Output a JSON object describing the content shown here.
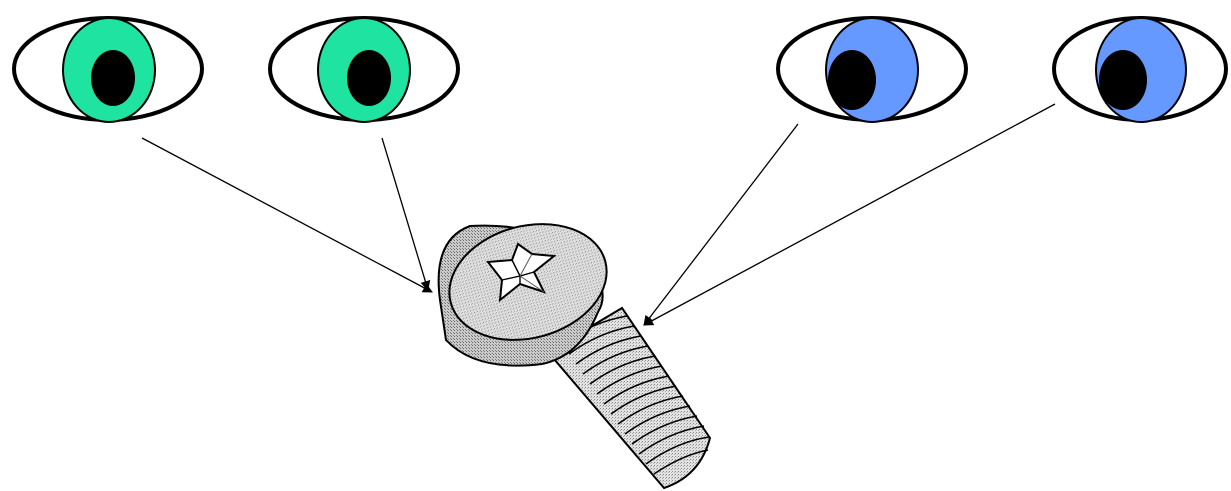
{
  "colors": {
    "background": "#ffffff",
    "outline": "#000000",
    "sclera": "#ffffff",
    "pupil": "#000000",
    "iris_left_pair": "#1fe3a0",
    "iris_right_pair": "#6699ff",
    "arrow": "#000000",
    "screw_metal": "#d8d8d8",
    "screw_shadow": "#9a9a9a"
  },
  "icons": {
    "eye_1": "eye-icon",
    "eye_2": "eye-icon",
    "eye_3": "eye-icon",
    "eye_4": "eye-icon",
    "target": "screw-icon"
  },
  "eyes": [
    {
      "id": "eye-1",
      "iris": "green",
      "gaze": "center"
    },
    {
      "id": "eye-2",
      "iris": "green",
      "gaze": "center"
    },
    {
      "id": "eye-3",
      "iris": "blue",
      "gaze": "left"
    },
    {
      "id": "eye-4",
      "iris": "blue",
      "gaze": "left"
    }
  ],
  "arrows": [
    {
      "from": "eye-1",
      "to": "screw"
    },
    {
      "from": "eye-2",
      "to": "screw"
    },
    {
      "from": "eye-3",
      "to": "screw"
    },
    {
      "from": "eye-4",
      "to": "screw"
    }
  ]
}
